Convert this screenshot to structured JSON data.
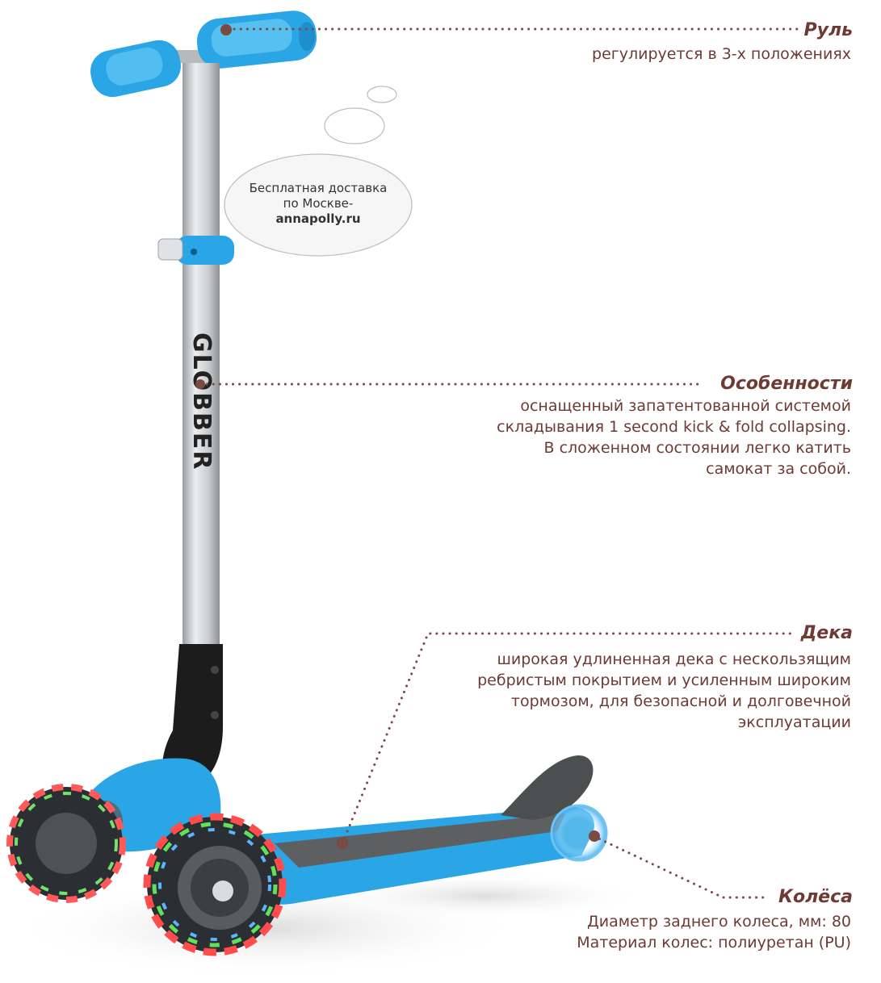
{
  "colors": {
    "accent_text": "#6e3a34",
    "scooter_blue": "#2aa6e6",
    "bubble_border": "#bdbdbd"
  },
  "bubble": {
    "line1": "Бесплатная доставка",
    "line2": "по Москве-",
    "brand": "annapolly.ru"
  },
  "brand_logo": "GLOBBER",
  "features": {
    "handlebar": {
      "title": "Руль",
      "lines": [
        "регулируется в 3-х положениях"
      ]
    },
    "features": {
      "title": "Особенности",
      "lines": [
        "оснащенный запатентованной системой",
        "складывания 1 second kick & fold collapsing.",
        "В сложенном состоянии легко катить",
        "самокат за собой."
      ]
    },
    "deck": {
      "title": "Дека",
      "lines": [
        "широкая удлиненная дека с нескользящим",
        "ребристым покрытием и усиленным широким",
        "тормозом, для безопасной и долговечной",
        "эксплуатации"
      ]
    },
    "wheels": {
      "title": "Колёса",
      "lines": [
        "Диаметр заднего колеса, мм: 80",
        "Материал колес: полиуретан (PU)"
      ]
    }
  }
}
